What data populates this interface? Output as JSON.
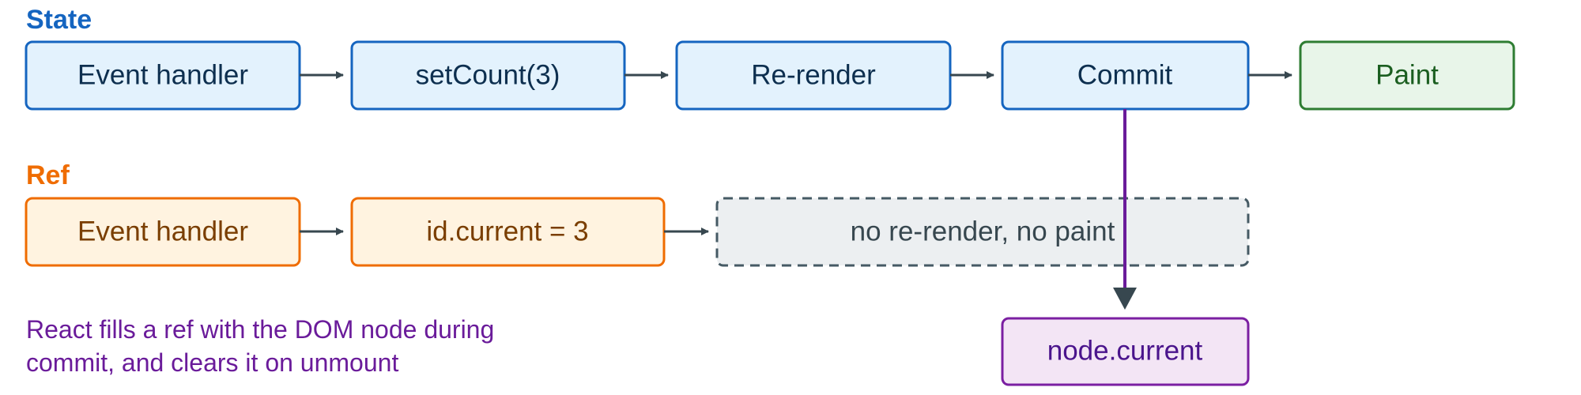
{
  "colors": {
    "state_title": "#1565c0",
    "ref_title": "#ef6c00",
    "blue_fill": "#e3f2fd",
    "blue_stroke": "#1565c0",
    "blue_text": "#0d2f4f",
    "green_fill": "#e8f5e9",
    "green_stroke": "#2e7d32",
    "green_text": "#1b5e20",
    "orange_fill": "#fff3e0",
    "orange_stroke": "#ef6c00",
    "orange_text": "#7a3e00",
    "gray_fill": "#eceff1",
    "gray_stroke": "#455a64",
    "gray_text": "#37474f",
    "purple_fill": "#f3e5f5",
    "purple_stroke": "#7b1fa2",
    "purple_text": "#4a148c",
    "arrow": "#37474f",
    "connector": "#6a1b9a",
    "note_text": "#6a1b9a"
  },
  "state": {
    "title": "State",
    "steps": [
      "Event handler",
      "setCount(3)",
      "Re-render",
      "Commit",
      "Paint"
    ]
  },
  "ref": {
    "title": "Ref",
    "steps": [
      "Event handler",
      "id.current = 3",
      "no re-render, no paint"
    ]
  },
  "node": {
    "label": "node.current"
  },
  "note": {
    "lines": [
      "React fills a ref with the DOM node during",
      "commit, and clears it on unmount"
    ]
  }
}
